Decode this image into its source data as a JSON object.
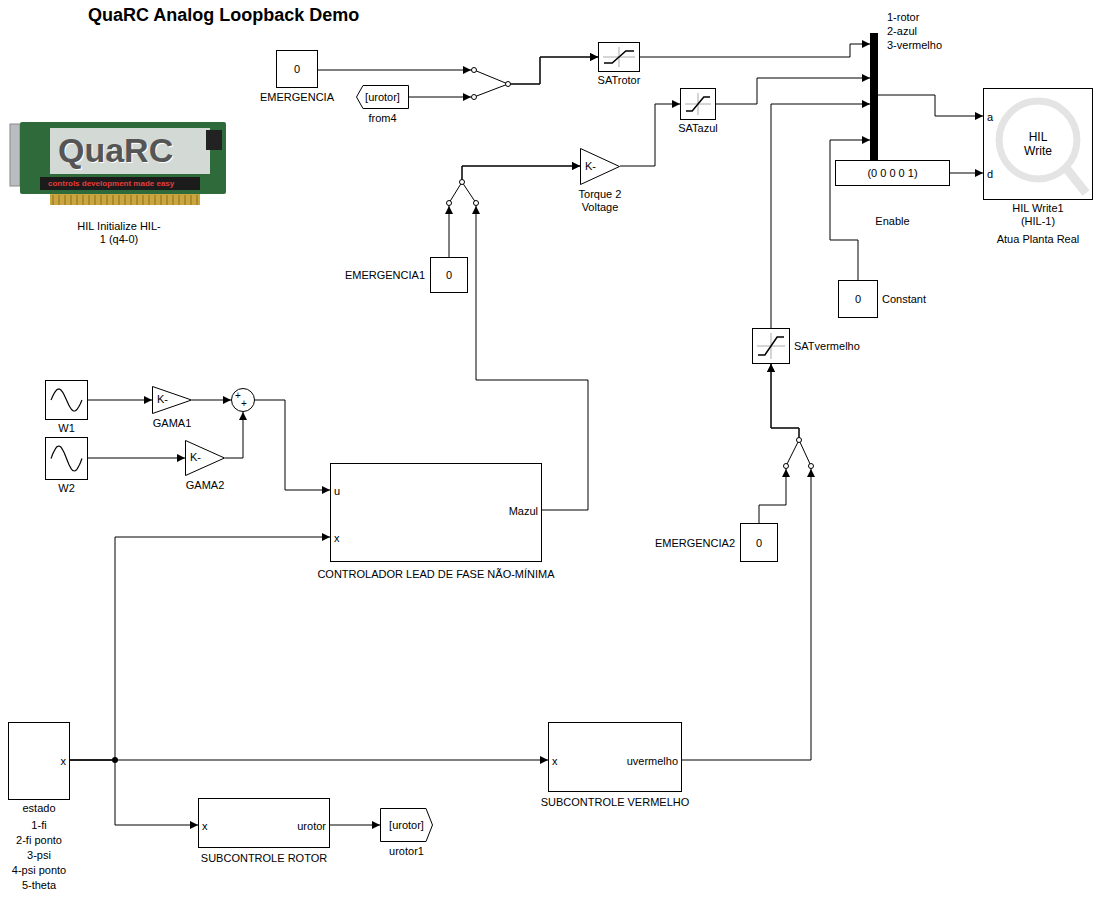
{
  "diagram": {
    "title": "QuaRC Analog Loopback Demo",
    "nodes": [
      {
        "text": [
          "QuaRC",
          "controls development made easy",
          "HIL Initialize HIL-1 (q4-0)"
        ]
      },
      {
        "text": [
          "0",
          "EMERGENCIA"
        ]
      },
      {
        "text": [
          "[urotor]",
          "from4"
        ]
      },
      {
        "text": [
          "SATrotor"
        ]
      },
      {
        "text": [
          "SATazul"
        ]
      },
      {
        "text": [
          "1-rotor",
          "2-azul",
          "3-vermelho"
        ]
      },
      {
        "text": [
          "HIL Write",
          "a",
          "d",
          "HIL Write1 (HIL-1)",
          "Atua Planta Real"
        ]
      },
      {
        "text": [
          "K-",
          "Torque 2 Voltage"
        ]
      },
      {
        "text": [
          "(0 0 0 0 1)",
          "Enable"
        ]
      },
      {
        "text": [
          "EMERGENCIA1",
          "0"
        ]
      },
      {
        "text": [
          "0",
          "Constant"
        ]
      },
      {
        "text": [
          "SATvermelho"
        ]
      },
      {
        "text": [
          "W1"
        ]
      },
      {
        "text": [
          "K-",
          "GAMA1"
        ]
      },
      {
        "text": [
          "+",
          "+"
        ]
      },
      {
        "text": [
          "W2"
        ]
      },
      {
        "text": [
          "K-",
          "GAMA2"
        ]
      },
      {
        "text": [
          "u",
          "x",
          "Mazul",
          "CONTROLADOR LEAD DE FASE NÃO-MÍNIMA"
        ]
      },
      {
        "text": [
          "EMERGENCIA2",
          "0"
        ]
      },
      {
        "text": [
          "x",
          "estado",
          "1-fi",
          "2-fi ponto",
          "3-psi",
          "4-psi ponto",
          "5-theta"
        ]
      },
      {
        "text": [
          "x",
          "uvermelho",
          "SUBCONTROLE VERMELHO"
        ]
      },
      {
        "text": [
          "x",
          "urotor",
          "SUBCONTROLE ROTOR"
        ]
      },
      {
        "text": [
          "[urotor]",
          "urotor1"
        ]
      }
    ],
    "edges": [
      {
        "from": 1,
        "to": 3,
        "arrow": "to"
      },
      {
        "from": 2,
        "to": 3,
        "arrow": "to"
      },
      {
        "from": 3,
        "to": 5,
        "arrow": "to"
      },
      {
        "from": 4,
        "to": 5,
        "arrow": "to"
      },
      {
        "from": 7,
        "to": 4,
        "arrow": "to"
      },
      {
        "from": 9,
        "to": 7,
        "arrow": "to"
      },
      {
        "from": 17,
        "to": 7,
        "arrow": "to"
      },
      {
        "from": 11,
        "to": 5,
        "arrow": "to"
      },
      {
        "from": 10,
        "to": 5,
        "arrow": "to"
      },
      {
        "from": 18,
        "to": 11,
        "arrow": "to"
      },
      {
        "from": 20,
        "to": 11,
        "arrow": "to"
      },
      {
        "from": 5,
        "to": 6,
        "arrow": "to"
      },
      {
        "from": 8,
        "to": 6,
        "arrow": "to"
      },
      {
        "from": 12,
        "to": 13,
        "arrow": "to"
      },
      {
        "from": 13,
        "to": 14,
        "arrow": "to"
      },
      {
        "from": 15,
        "to": 16,
        "arrow": "to"
      },
      {
        "from": 16,
        "to": 14,
        "arrow": "to"
      },
      {
        "from": 14,
        "to": 17,
        "arrow": "to"
      },
      {
        "from": 19,
        "to": 17,
        "arrow": "to"
      },
      {
        "from": 19,
        "to": 20,
        "arrow": "to"
      },
      {
        "from": 19,
        "to": 21,
        "arrow": "to"
      },
      {
        "from": 21,
        "to": 22,
        "arrow": "to"
      }
    ]
  }
}
